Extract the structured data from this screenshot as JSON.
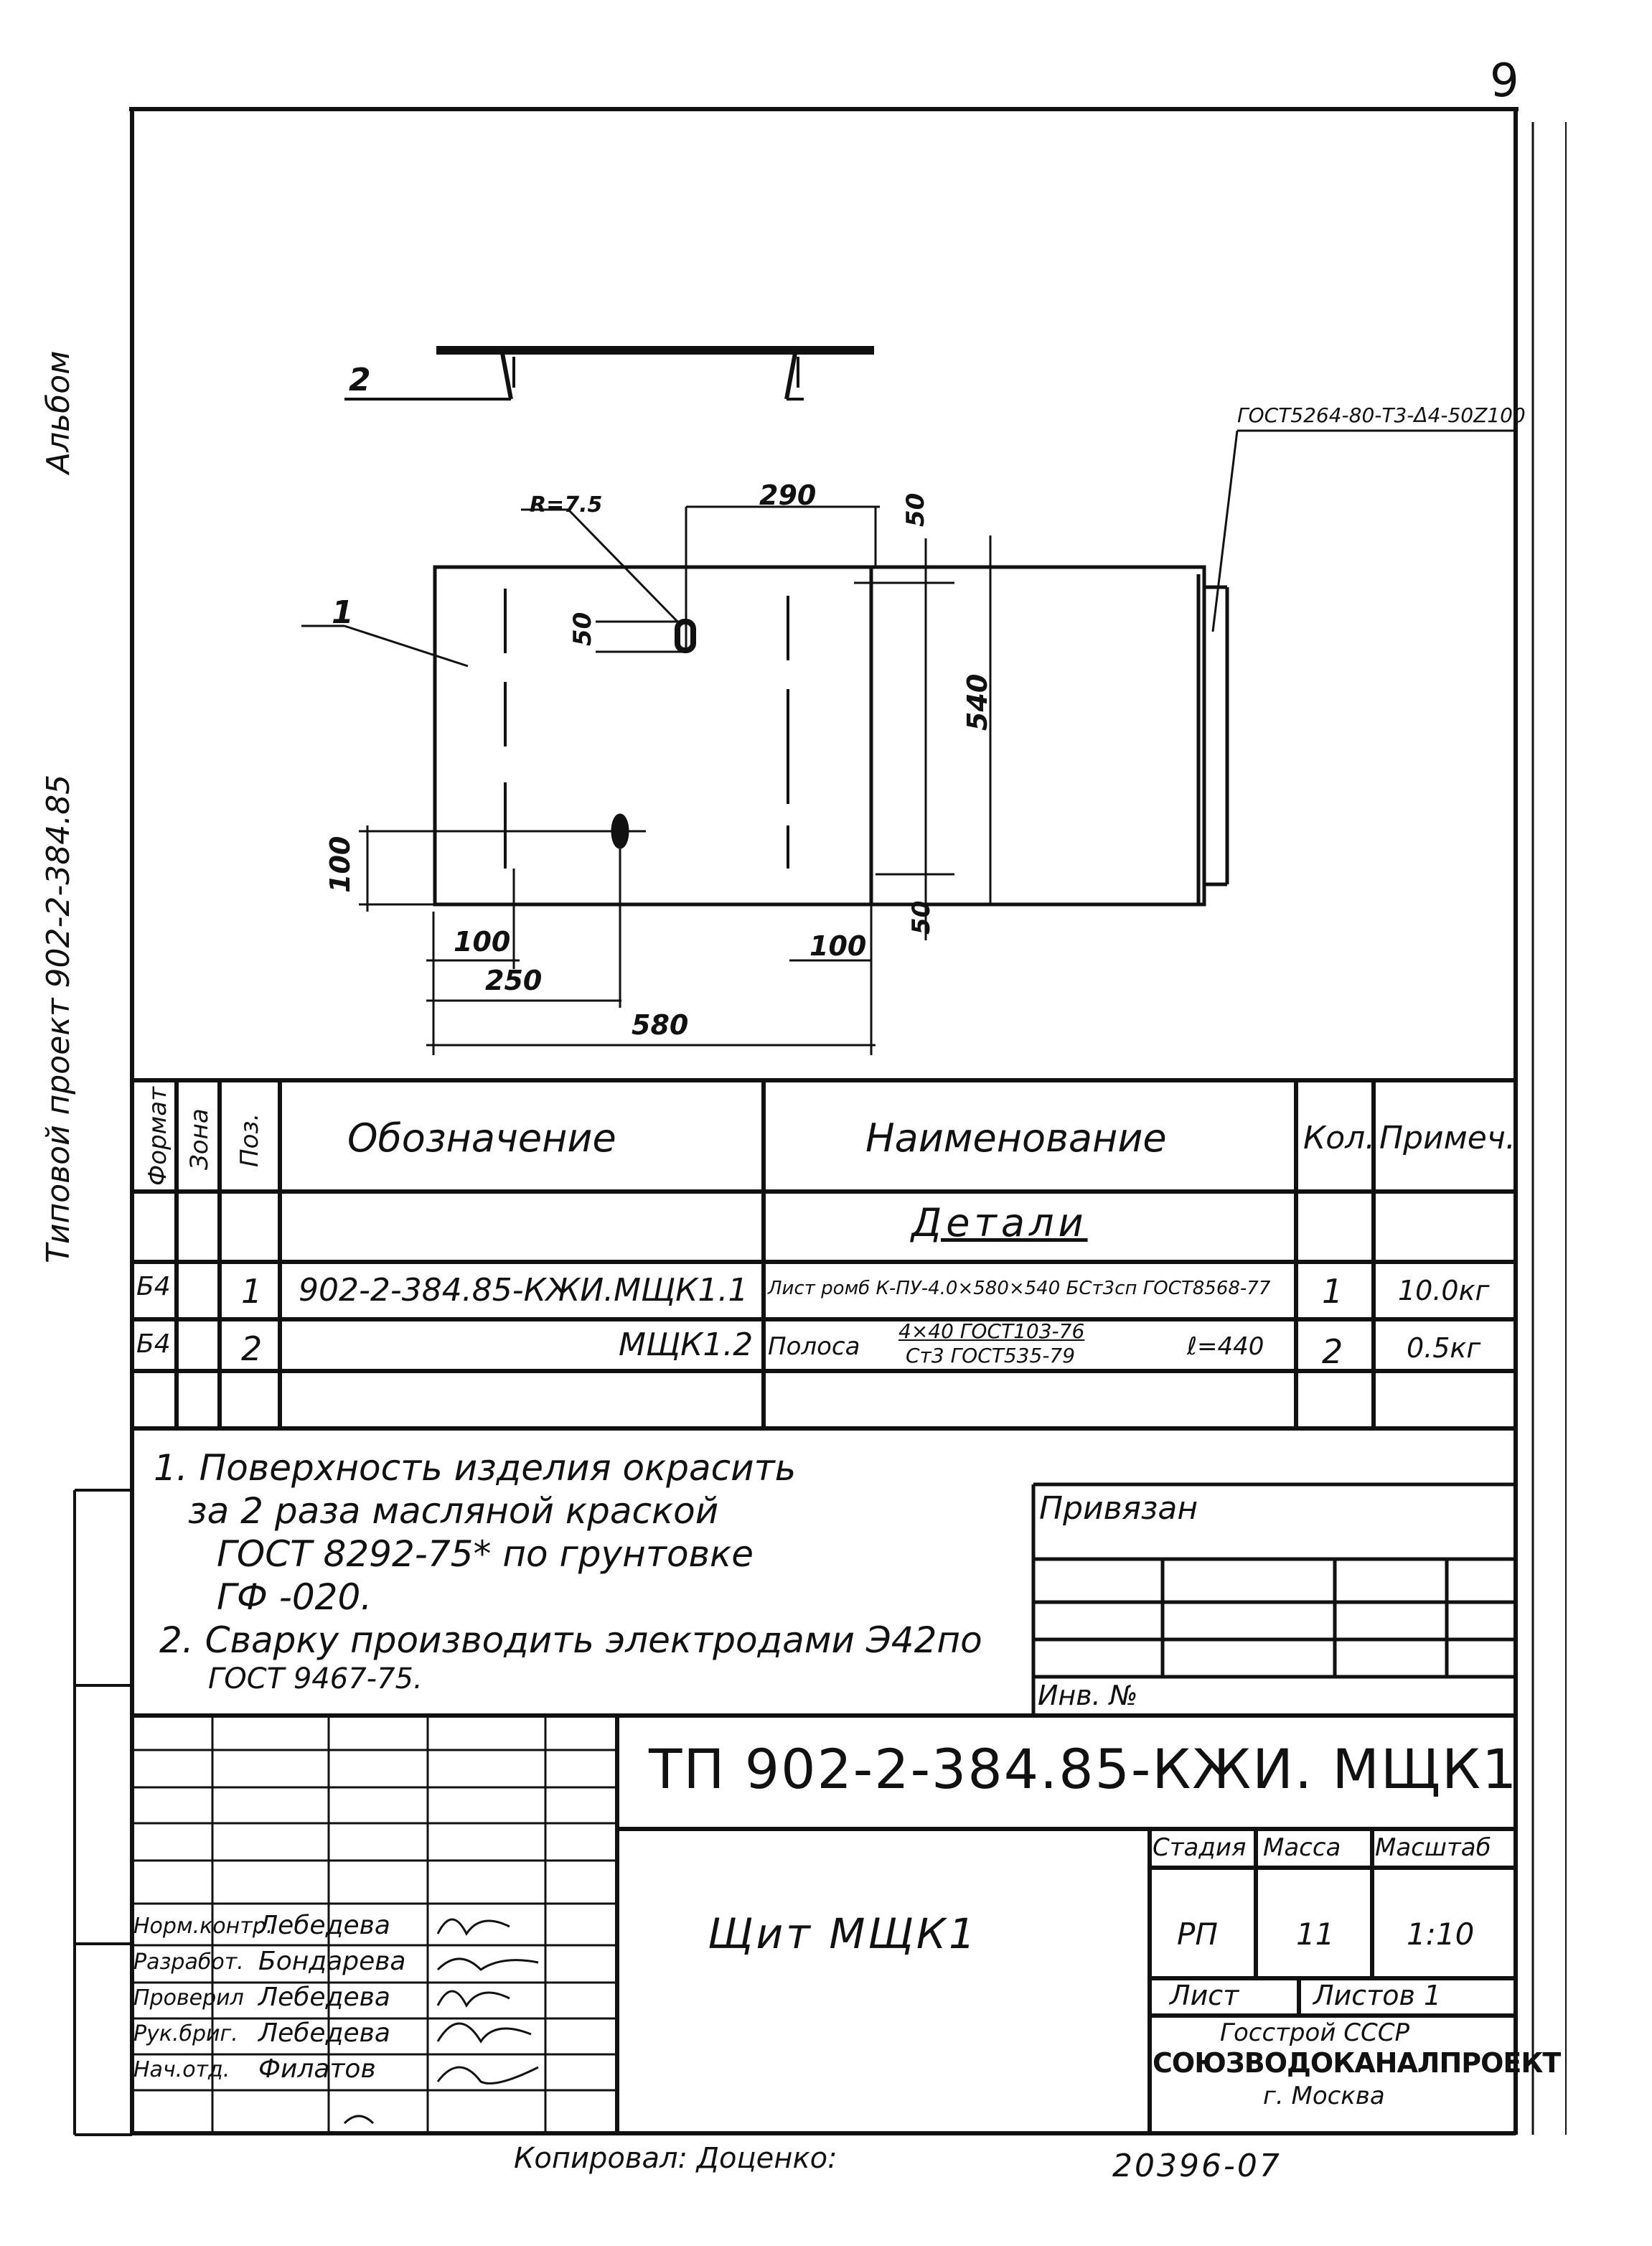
{
  "page_number": "9",
  "side_text_1": "Типовой проект 902-2-384.85",
  "side_text_2": "Альбом",
  "drawing": {
    "weld_note": "ГОСТ5264-80-Т3-Δ4-50Z100",
    "pos1_label": "1",
    "pos2_label": "2",
    "radius_label": "R=7.5",
    "dims": {
      "d290": "290",
      "d50_top": "50",
      "d50_left": "50",
      "d540": "540",
      "d100_left": "100",
      "d100_bottom_left": "100",
      "d100_bottom_right": "100",
      "d250": "250",
      "d580": "580",
      "d50_bottom": "50"
    }
  },
  "spec_table": {
    "headers": {
      "format": "Формат",
      "zone": "Зона",
      "pos": "Поз.",
      "designation": "Обозначение",
      "name": "Наименование",
      "qty": "Кол.",
      "note": "Примеч."
    },
    "section": "Детали",
    "rows": [
      {
        "format": "Б4",
        "pos": "1",
        "designation": "902-2-384.85-КЖИ.МЩК1.1",
        "name": "Лист ромб К-ПУ-4.0×580×540 БСт3сп ГОСТ8568-77",
        "qty": "1",
        "note": "10.0кг"
      },
      {
        "format": "Б4",
        "pos": "2",
        "designation": "МЩК1.2",
        "name_prefix": "Полоса",
        "name_top": "4×40 ГОСТ103-76",
        "name_bottom": "Ст3 ГОСТ535-79",
        "name_suffix": "ℓ=440",
        "qty": "2",
        "note": "0.5кг"
      }
    ]
  },
  "notes": [
    "1. Поверхность  изделия  окрасить",
    "за 2 раза  масляной  краской",
    "ГОСТ 8292-75*  по  грунтовке",
    "ГФ -020.",
    "2. Сварку  производить  электродами Э42по",
    "ГОСТ 9467-75."
  ],
  "binding": {
    "title": "Привязан",
    "inv": "Инв. №"
  },
  "title_block": {
    "code": "ТП 902-2-384.85-КЖИ. МЩК1",
    "name": "Щит МЩК1",
    "stage_label": "Стадия",
    "mass_label": "Масса",
    "scale_label": "Масштаб",
    "stage": "РП",
    "mass": "11",
    "scale": "1:10",
    "sheet_label": "Лист",
    "sheets_label": "Листов 1",
    "org_line1": "Госстрой СССР",
    "org_line2": "СОЮЗВОДОКАНАЛПРОЕКТ",
    "org_line3": "г. Москва",
    "roles": [
      {
        "role": "Норм.контр.",
        "name": "Лебедева"
      },
      {
        "role": "Разработ.",
        "name": "Бондарева"
      },
      {
        "role": "Проверил",
        "name": "Лебедева"
      },
      {
        "role": "Рук.бриг.",
        "name": "Лебедева"
      },
      {
        "role": "Нач.отд.",
        "name": "Филатов"
      }
    ]
  },
  "copied_by": "Копировал: Доценко:",
  "doc_number": "20396-07"
}
